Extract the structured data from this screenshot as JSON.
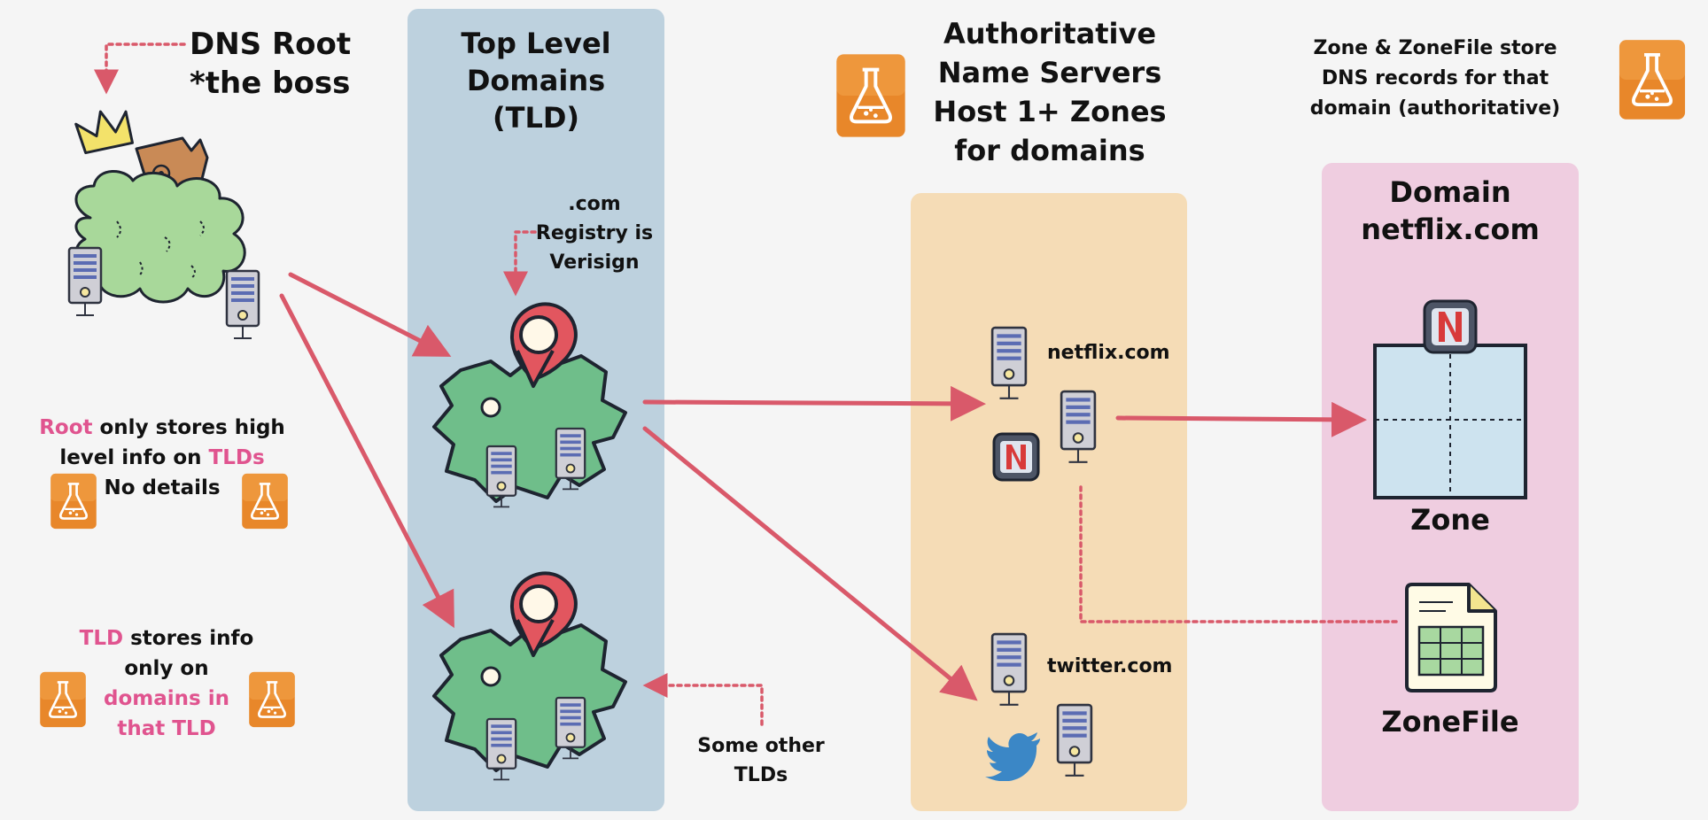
{
  "colors": {
    "tld_panel": "#bdd1de",
    "auth_panel": "#f5dcb6",
    "domain_panel": "#efcde0",
    "arrow": "#d9596a",
    "highlight": "#e0548f",
    "flask": "#e8872a",
    "map_green": "#6fbe8a",
    "pin_red": "#e2565f"
  },
  "root": {
    "title_line1": "DNS Root",
    "title_line2": "*the boss"
  },
  "tld": {
    "title_line1": "Top Level",
    "title_line2": "Domains",
    "title_line3": "(TLD)",
    "registry_line1": ".com",
    "registry_line2": "Registry is",
    "registry_line3": "Verisign",
    "other_line1": "Some other",
    "other_line2": "TLDs"
  },
  "authoritative": {
    "title_line1": "Authoritative",
    "title_line2": "Name Servers",
    "title_line3": "Host 1+ Zones",
    "title_line4": "for domains",
    "server_netflix": "netflix.com",
    "server_twitter": "twitter.com"
  },
  "zone_note": {
    "line1": "Zone & ZoneFile store",
    "line2": "DNS records for that",
    "line3": "domain (authoritative)"
  },
  "domain": {
    "title_line1": "Domain",
    "title_line2": "netflix.com",
    "zone_label": "Zone",
    "zonefile_label": "ZoneFile"
  },
  "notes": {
    "root_hl": "Root",
    "root_text1": " only stores high",
    "root_text2": "level info on ",
    "root_hl2": "TLDs",
    "root_text3": "No details",
    "tld_hl": "TLD",
    "tld_text1": " stores info",
    "tld_text2": "only on",
    "tld_hl2": "domains in",
    "tld_hl3": "that TLD"
  },
  "icons": {
    "flask": "flask-icon",
    "server": "server-icon",
    "map_pin": "map-pin-icon",
    "crown": "crown-icon",
    "tree": "tree-icon",
    "netflix": "netflix-icon",
    "twitter": "twitter-bird-icon",
    "zone": "zone-icon",
    "zonefile": "zonefile-document-icon"
  }
}
